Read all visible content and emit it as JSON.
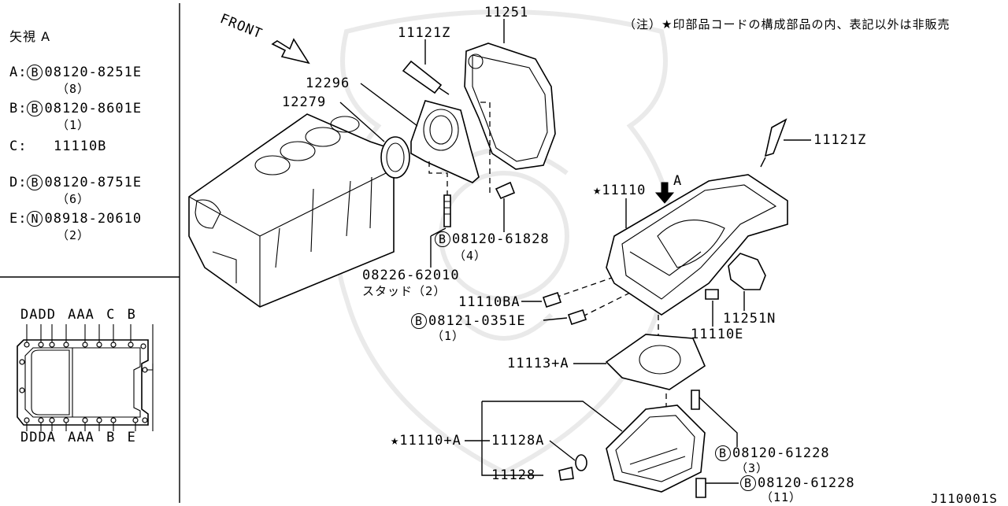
{
  "note": "（注）★印部品コードの構成部品の内、表記以外は非販売",
  "view": {
    "title": "矢視 A",
    "rows": [
      {
        "key": "A:",
        "circle": "B",
        "code": "08120-8251E",
        "qty": "（8）"
      },
      {
        "key": "B:",
        "circle": "B",
        "code": "08120-8601E",
        "qty": "（1）"
      },
      {
        "key": "C:",
        "circle": "",
        "code": "11110B",
        "qty": ""
      },
      {
        "key": "D:",
        "circle": "B",
        "code": "08120-8751E",
        "qty": "（6）"
      },
      {
        "key": "E:",
        "circle": "N",
        "code": "08918-20610",
        "qty": "（2）"
      }
    ],
    "top_letters": "DADD AAA C B",
    "bottom_letters": "DDDA AAA B E"
  },
  "labels": {
    "front": "FRONT",
    "p11251": "11251",
    "p11121z_a": "11121Z",
    "p11121z_b": "11121Z",
    "p12296": "12296",
    "p12279": "12279",
    "p11110": "★11110",
    "arrow_a": "A",
    "p08120_61828": "08120-61828",
    "p08120_61828_qty": "（4）",
    "p08226": "08226-62010",
    "stud": "スタッド（2）",
    "p11110ba": "11110BA",
    "p08121": "08121-0351E",
    "p08121_qty": "（1）",
    "p11251n": "11251N",
    "p11110e": "11110E",
    "p11113": "11113+A",
    "p11110a": "★11110+A",
    "p11128a": "11128A",
    "p11128": "11128",
    "p08120_61228_a": "08120-61228",
    "p08120_61228_a_qty": "（3）",
    "p08120_61228_b": "08120-61228",
    "p08120_61228_b_qty": "（11）",
    "circle_b": "B",
    "ref": "J110001S"
  }
}
